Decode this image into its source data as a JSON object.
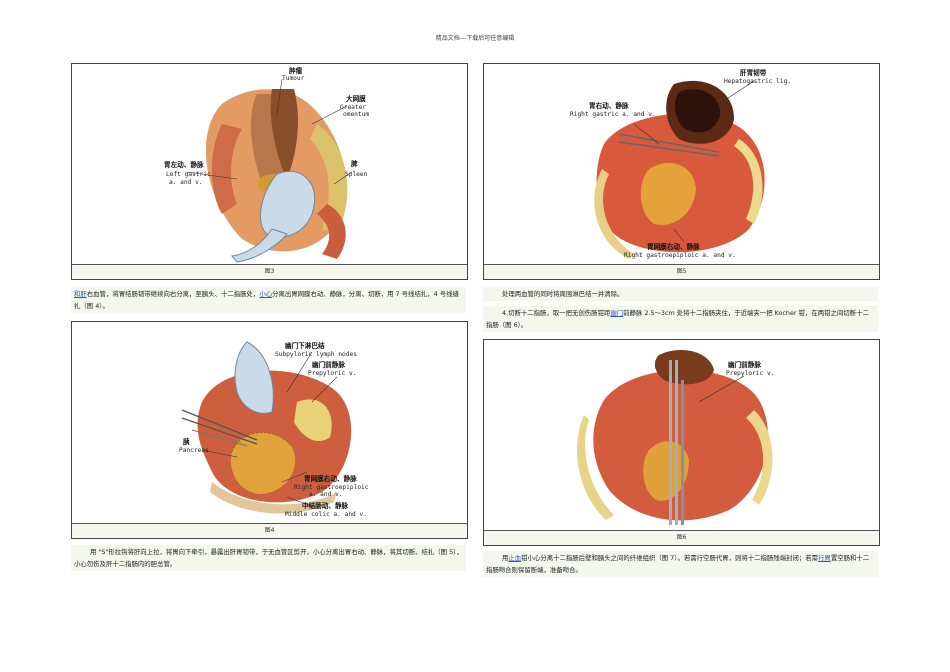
{
  "header": "精品文档---下载后可任意编辑",
  "figures": {
    "fig3": {
      "caption": "图3",
      "labels": {
        "tumor_zh": "肿瘤",
        "tumor_en": "Tumour",
        "omentum_zh": "大网膜",
        "omentum_en1": "Greater",
        "omentum_en2": "omentum",
        "lga_zh": "胃左动、静脉",
        "lga_en1": "Left gastric",
        "lga_en2": "a. and v.",
        "spleen_zh": "脾",
        "spleen_en": "Spleen"
      }
    },
    "fig4": {
      "caption": "图4",
      "labels": {
        "subpyloric_zh": "幽门下淋巴结",
        "subpyloric_en": "Subpyloric lymph nodes",
        "prepyloric_zh": "幽门前静脉",
        "prepyloric_en": "Prepyloric v.",
        "pancreas_zh": "胰",
        "pancreas_en": "Pancreas",
        "rge_zh": "胃网膜右动、静脉",
        "rge_en1": "Right gastroepiploic",
        "rge_en2": "a. and v.",
        "mc_zh": "中结肠动、静脉",
        "mc_en": "Middle colic a. and v."
      }
    },
    "fig5": {
      "caption": "图5",
      "labels": {
        "hg_zh": "肝胃韧带",
        "hg_en": "Hepatogastric lig.",
        "rga_zh": "胃右动、静脉",
        "rga_en": "Right gastric a. and v.",
        "rge_zh": "胃网膜右动、静脉",
        "rge_en": "Right gastroepiploic a. and v."
      }
    },
    "fig6": {
      "caption": "图6",
      "labels": {
        "prepyloric_zh": "幽门前静脉",
        "prepyloric_en": "Prepyloric v."
      }
    }
  },
  "paragraphs": {
    "p1": {
      "link1": "和肝",
      "t1": "右血管，将胃结肠韧带继续向右分离，至胰头、十二指肠处，",
      "link2": "小心",
      "t2": "分离出胃网膜右动、静脉，分离、切断，用 7 号线结扎，4 号线缝扎（图 4）。"
    },
    "p2": {
      "text": "用 \"S\"形拉钩将肝向上拉，将胃向下牵引，暴露出肝胃韧带，于无血管区剪开，小心分离出胃右动、静脉，将其切断、结扎（图 5），小心勿伤及肝十二指肠内的胆总管。"
    },
    "p3": {
      "text": "处理两血管的同时将周围淋巴结一并清除。"
    },
    "p4": {
      "t1": "4.切断十二指肠，取一把无创伤肠钳距",
      "link1": "幽门",
      "t2": "前静脉 2.5～3cm 处将十二指肠夹住，于近端夹一把 Kocher 钳，在两钳之间切断十二指肠（图 6）。"
    },
    "p5": {
      "t1": "用",
      "link1": "止血",
      "t2": "钳小心分离十二指肠后壁和胰头之间的纤维组织（图 7）。若需行空肠代胃，则将十二指肠残端封闭；若需",
      "link2": "行胃",
      "t3": "置空肠和十二指肠吻合则保留断端，准备吻合。"
    }
  }
}
